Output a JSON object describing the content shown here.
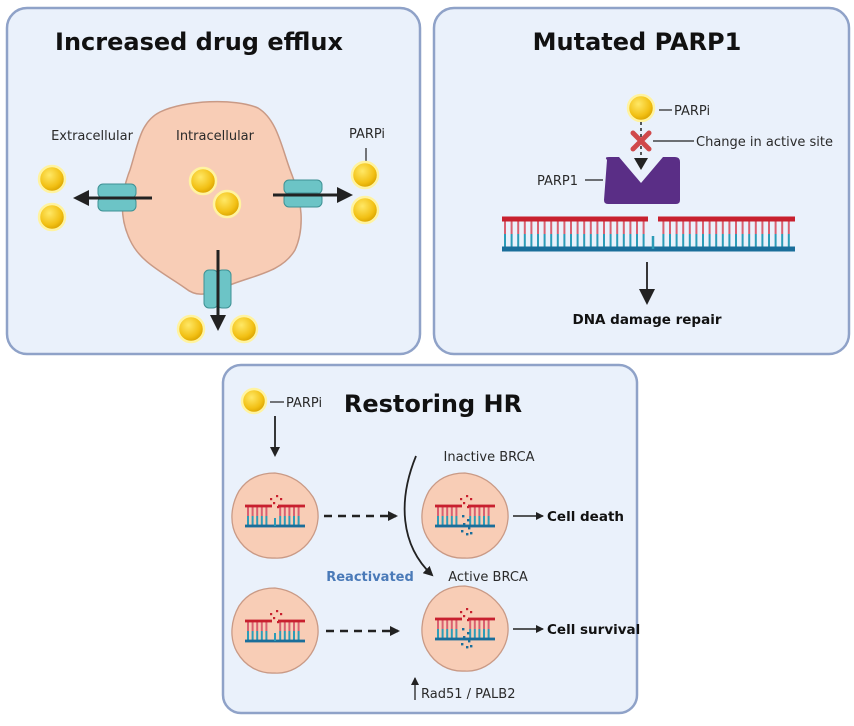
{
  "colors": {
    "panel_fill": "#eaf1fb",
    "panel_border": "#8fa2c8",
    "cell_fill": "#f8cdb6",
    "cell_border": "#c99a86",
    "drug_fill": "#f2c014",
    "drug_glow": "#fff3a0",
    "channel_fill": "#6cc4c6",
    "channel_border": "#3e9194",
    "arrow": "#222222",
    "parp1": "#5a2e86",
    "x_mark": "#d0494b",
    "dna_top": "#c8202e",
    "dna_bottom": "#1a6e9a",
    "rung_top": "#d96070",
    "rung_bottom": "#2c9cb7",
    "reactivated_text": "#4a7ab8"
  },
  "panels": [
    {
      "id": "efflux",
      "title": "Increased drug efflux",
      "labels": {
        "extracellular": "Extracellular",
        "intracellular": "Intracellular",
        "parpi": "PARPi"
      }
    },
    {
      "id": "mutated",
      "title": "Mutated PARP1",
      "labels": {
        "parpi": "PARPi",
        "change": "Change in active site",
        "parp1": "PARP1",
        "outcome": "DNA damage repair"
      }
    },
    {
      "id": "restoring",
      "title": "Restoring HR",
      "labels": {
        "parpi": "PARPi",
        "inactive": "Inactive BRCA",
        "active": "Active BRCA",
        "reactivated": "Reactivated",
        "death": "Cell death",
        "survival": "Cell survival",
        "rad51": "Rad51 / PALB2"
      }
    }
  ]
}
